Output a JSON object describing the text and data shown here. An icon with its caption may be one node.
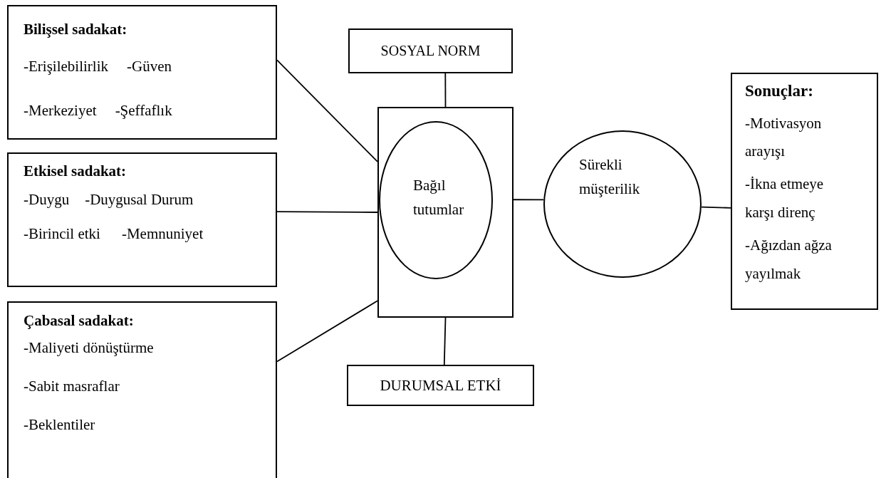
{
  "diagram": {
    "nodes": [
      {
        "text": [
          "Bilişsel sadakat:",
          "-Erişilebilirlik",
          "-Güven",
          "-Merkeziyet",
          "-Şeffaflık"
        ]
      },
      {
        "text": [
          "Etkisel sadakat:",
          "-Duygu",
          "-Duygusal Durum",
          "-Birincil etki",
          "-Memnuniyet"
        ]
      },
      {
        "text": [
          "Çabasal sadakat:",
          "-Maliyeti dönüştürme",
          "-Sabit masraflar",
          "-Beklentiler"
        ]
      },
      {
        "text": [
          "SOSYAL NORM"
        ]
      },
      {
        "text": [],
        "shape": "box"
      },
      {
        "text": [
          "Bağıl tutumlar"
        ],
        "in": 4
      },
      {
        "text": [
          "Sürekli müşterilik"
        ]
      },
      {
        "text": [
          "DURUMSAL ETKİ"
        ]
      },
      {
        "text": [
          "Sonuçlar:",
          "-Motivasyon arayışı",
          "-İkna etmeye karşı direnç",
          "-Ağızdan ağza yayılmak"
        ]
      }
    ],
    "edges": [
      {
        "from": 0,
        "to": 4,
        "arrow": "none"
      },
      {
        "from": 1,
        "to": 4,
        "arrow": "none"
      },
      {
        "from": 2,
        "to": 4,
        "arrow": "none"
      },
      {
        "from": 3,
        "to": 4,
        "arrow": "none"
      },
      {
        "from": 4,
        "to": 7,
        "arrow": "none"
      },
      {
        "from": 4,
        "to": 6,
        "arrow": "none"
      },
      {
        "from": 6,
        "to": 8,
        "arrow": "none"
      }
    ]
  }
}
